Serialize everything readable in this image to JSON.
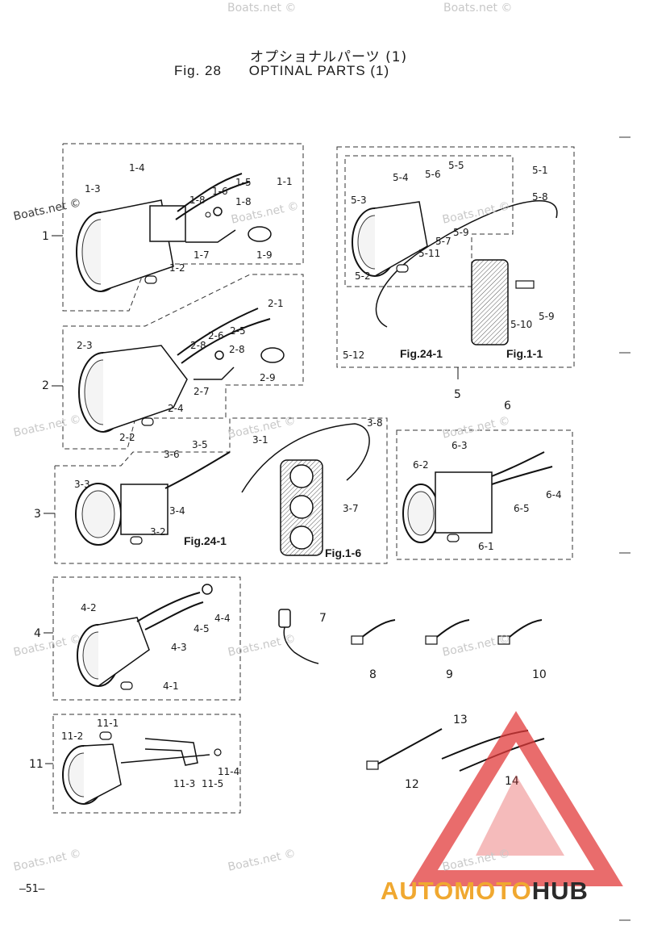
{
  "title": {
    "japanese": "オプショナルパーツ (1)",
    "figure": "Fig. 28",
    "english": "OPTINAL PARTS (1)"
  },
  "watermark": "Boats.net ©",
  "page_number": "—51—",
  "logo": {
    "part1": "AUTOMOTO",
    "part2": "HUB",
    "accent": "#f0a830",
    "triangle": "#e23b3b"
  },
  "groups": [
    {
      "id": "1",
      "parts": [
        "1-1",
        "1-2",
        "1-3",
        "1-4",
        "1-5",
        "1-6",
        "1-7",
        "1-8",
        "1-8",
        "1-9"
      ]
    },
    {
      "id": "2",
      "parts": [
        "2-1",
        "2-2",
        "2-3",
        "2-4",
        "2-5",
        "2-6",
        "2-7",
        "2-8",
        "2-8",
        "2-9"
      ]
    },
    {
      "id": "3",
      "parts": [
        "3-1",
        "3-2",
        "3-3",
        "3-4",
        "3-5",
        "3-6",
        "3-7",
        "3-8"
      ]
    },
    {
      "id": "4",
      "parts": [
        "4-1",
        "4-2",
        "4-3",
        "4-4",
        "4-5"
      ]
    },
    {
      "id": "5",
      "parts": [
        "5-1",
        "5-2",
        "5-3",
        "5-4",
        "5-5",
        "5-6",
        "5-7",
        "5-8",
        "5-9",
        "5-9",
        "5-10",
        "5-11",
        "5-12"
      ]
    },
    {
      "id": "6",
      "parts": [
        "6-1",
        "6-2",
        "6-3",
        "6-4",
        "6-5"
      ]
    },
    {
      "id": "11",
      "parts": [
        "11-1",
        "11-2",
        "11-3",
        "11-4",
        "11-5"
      ]
    }
  ],
  "single_parts": [
    "7",
    "8",
    "9",
    "10",
    "12",
    "13",
    "14"
  ],
  "figure_refs": [
    "Fig.24-1",
    "Fig.1-1",
    "Fig.24-1",
    "Fig.1-6"
  ]
}
